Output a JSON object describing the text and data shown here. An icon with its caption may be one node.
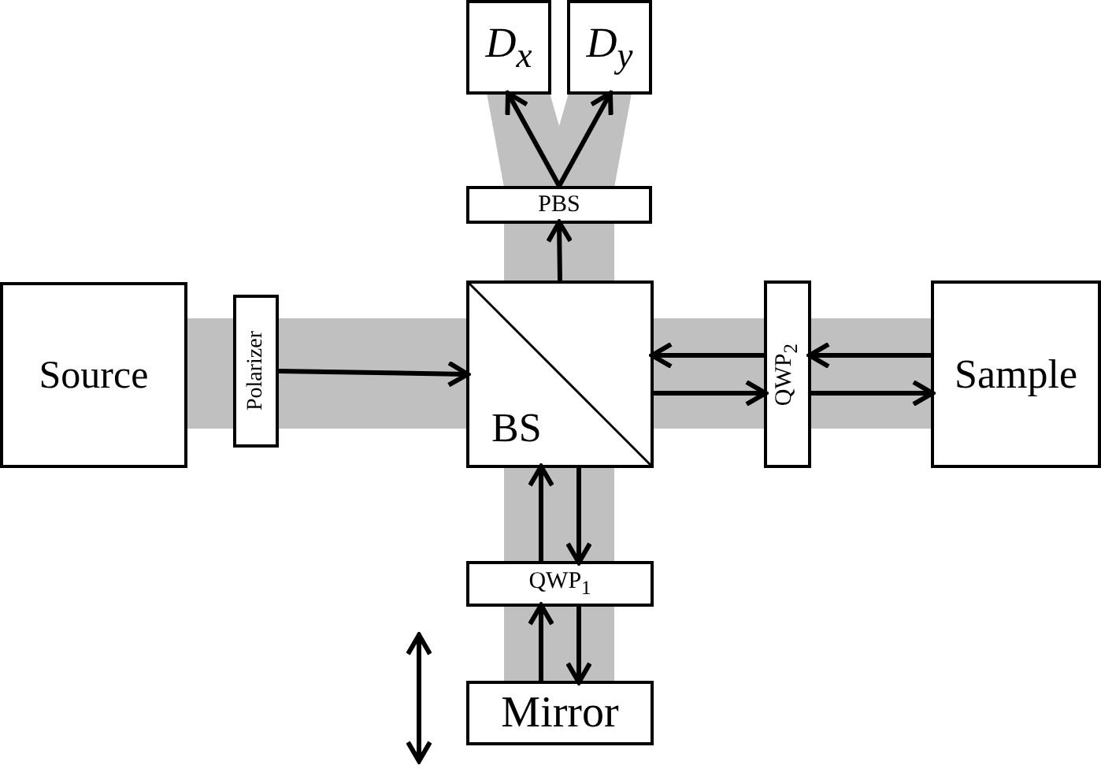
{
  "diagram": {
    "nodes": [
      {
        "text": [
          "D$_{x}$"
        ]
      },
      {
        "text": [
          "D$_{y}$"
        ]
      },
      {
        "text": [
          "PBS"
        ]
      },
      {
        "text": [
          "Source"
        ]
      },
      {
        "text": [
          "Polarizer"
        ]
      },
      {
        "text": [
          "BS"
        ]
      },
      {
        "text": [
          "QWP$_{2}$"
        ]
      },
      {
        "text": [
          "Sample"
        ]
      },
      {
        "text": [
          "QWP$_{1}$"
        ]
      },
      {
        "text": [
          "Mirror"
        ]
      }
    ],
    "edges": [
      {
        "from": 4,
        "to": 5,
        "arrow": "to"
      },
      {
        "from": 5,
        "to": 2,
        "arrow": "to"
      },
      {
        "from": 2,
        "to": 0,
        "arrow": "to"
      },
      {
        "from": 2,
        "to": 1,
        "arrow": "to"
      },
      {
        "from": 6,
        "to": 5,
        "arrow": "to"
      },
      {
        "from": 5,
        "to": 6,
        "arrow": "to"
      },
      {
        "from": 7,
        "to": 6,
        "arrow": "to"
      },
      {
        "from": 6,
        "to": 7,
        "arrow": "to"
      },
      {
        "from": 8,
        "to": 5,
        "arrow": "to"
      },
      {
        "from": 5,
        "to": 8,
        "arrow": "to"
      },
      {
        "from": 9,
        "to": 8,
        "arrow": "to"
      },
      {
        "from": 8,
        "to": 9,
        "arrow": "to"
      }
    ]
  }
}
